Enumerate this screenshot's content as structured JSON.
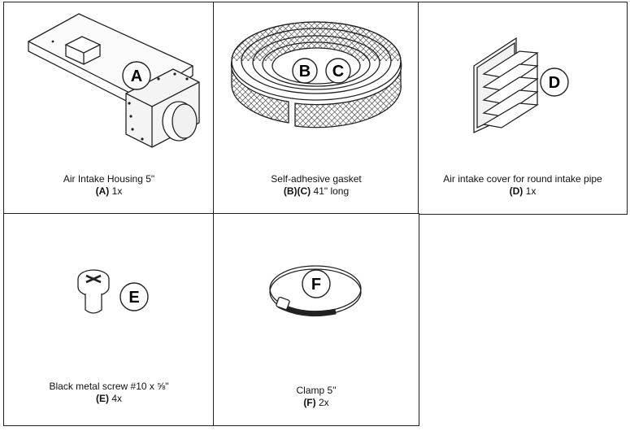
{
  "parts": [
    {
      "id": "A",
      "name": "Air Intake Housing 5\"",
      "code": "(A)",
      "qty": "1x"
    },
    {
      "id": "BC",
      "name": "Self-adhesive gasket",
      "code": "(B)(C)",
      "qty": "41\" long",
      "badges": [
        "B",
        "C"
      ]
    },
    {
      "id": "D",
      "name": "Air intake cover for round intake pipe",
      "code": "(D)",
      "qty": "1x"
    },
    {
      "id": "E",
      "name": "Black metal screw #10 x ⅝\"",
      "code": "(E)",
      "qty": "4x"
    },
    {
      "id": "F",
      "name": "Clamp 5\"",
      "code": "(F)",
      "qty": "2x"
    }
  ]
}
